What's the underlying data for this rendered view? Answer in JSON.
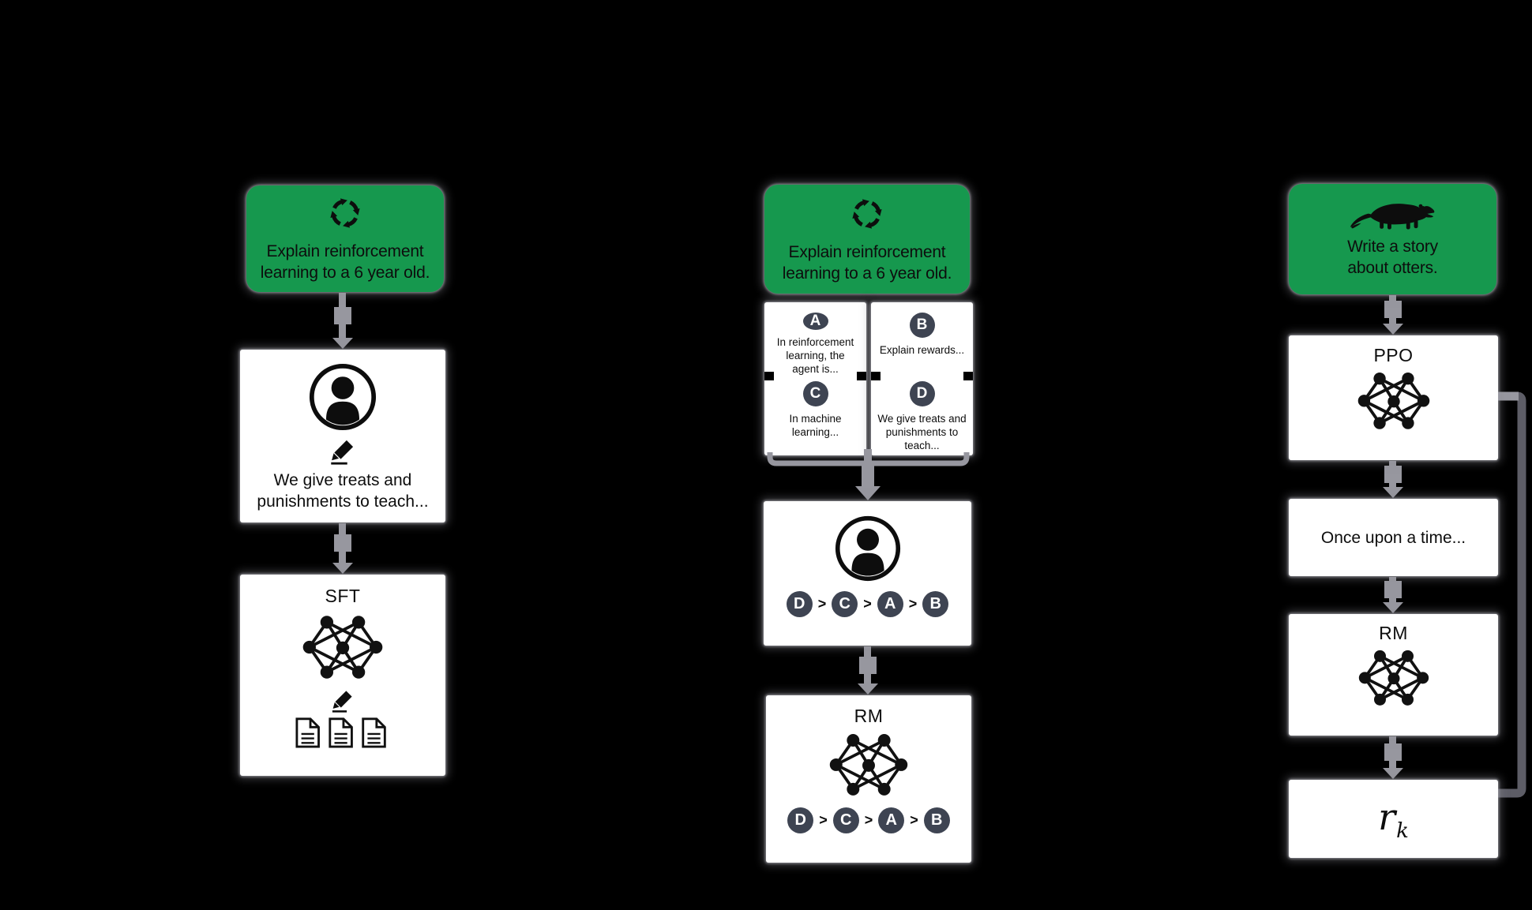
{
  "palette": {
    "background": "#000000",
    "prompt_green": "#16984e",
    "box_white": "#ffffff",
    "letter_circle": "#3e4452",
    "arrow_gray": "#97979f",
    "loop_gray": "#5d5d66",
    "ink": "#0d0d0d"
  },
  "sft_column": {
    "prompt_text": "Explain reinforcement\nlearning to a 6 year old.",
    "prompt_icon": "cycle-icon",
    "demo_text": "We give treats and\npunishments to teach...",
    "model_label": "SFT"
  },
  "rm_column": {
    "prompt_text": "Explain reinforcement\nlearning to a 6 year old.",
    "prompt_icon": "cycle-icon",
    "cards": [
      {
        "letter": "A",
        "text": "In reinforcement\nlearning, the\nagent is..."
      },
      {
        "letter": "B",
        "text": "Explain rewards..."
      },
      {
        "letter": "C",
        "text": "In machine\nlearning..."
      },
      {
        "letter": "D",
        "text": "We give treats and\npunishments to\nteach..."
      }
    ],
    "ranking": {
      "letters": [
        "D",
        "C",
        "A",
        "B"
      ],
      "separator": ">"
    },
    "model_label": "RM"
  },
  "ppo_column": {
    "prompt_text": "Write a story\nabout otters.",
    "prompt_icon": "otter-icon",
    "policy_label": "PPO",
    "output_text": "Once upon a time...",
    "reward_model_label": "RM",
    "reward_symbol": {
      "base": "r",
      "subscript": "k"
    }
  }
}
